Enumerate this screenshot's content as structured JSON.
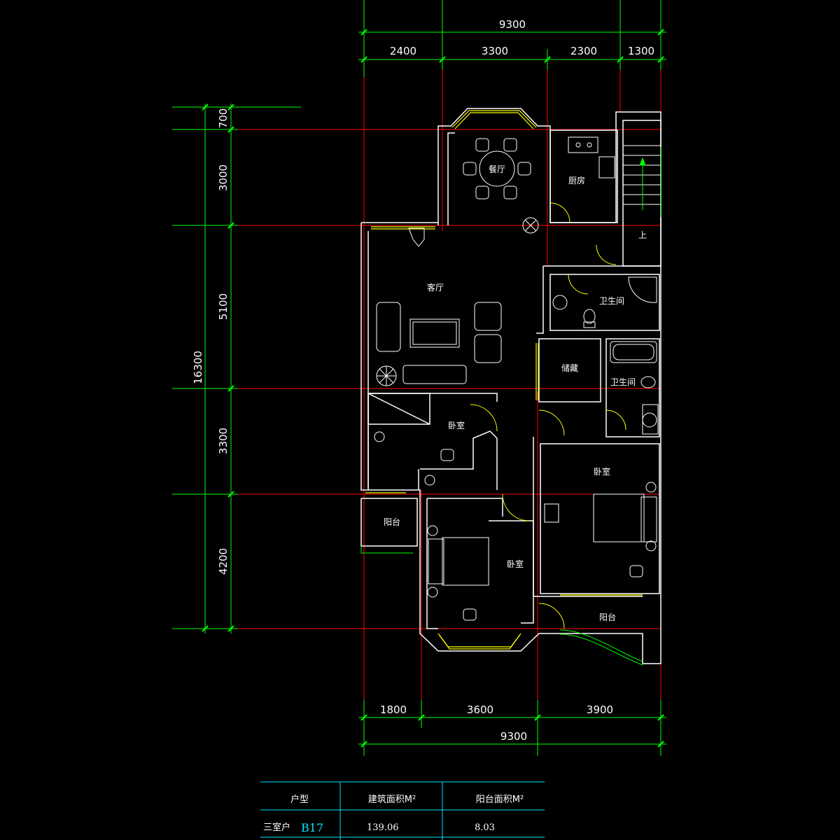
{
  "colors": {
    "background": "#000000",
    "dimension": "#00ff00",
    "axis": "#ff0000",
    "wall": "#ffffff",
    "window": "#ffff00",
    "table_line": "#00e5ff",
    "text": "#ffffff"
  },
  "dimensions": {
    "top_total": "9300",
    "top_segments": [
      "2400",
      "3300",
      "2300",
      "1300"
    ],
    "bottom_segments": [
      "1800",
      "3600",
      "3900"
    ],
    "bottom_total": "9300",
    "left_total": "16300",
    "left_segments": [
      "700",
      "3000",
      "5100",
      "3300",
      "4200"
    ]
  },
  "rooms": {
    "dining": "餐厅",
    "kitchen": "厨房",
    "living": "客厅",
    "bath_1": "卫生间",
    "storage": "储藏",
    "bath_2": "卫生间",
    "bedroom_1": "卧室",
    "bedroom_2": "卧室",
    "bedroom_3": "卧室",
    "balcony_1": "阳台",
    "balcony_2": "阳台",
    "stair_up": "上"
  },
  "table": {
    "headers": [
      "户型",
      "建筑面积M²",
      "阳台面积M²"
    ],
    "row": {
      "type_label": "三室户",
      "type_code": "B17",
      "building_area": "139.06",
      "balcony_area": "8.03"
    }
  }
}
